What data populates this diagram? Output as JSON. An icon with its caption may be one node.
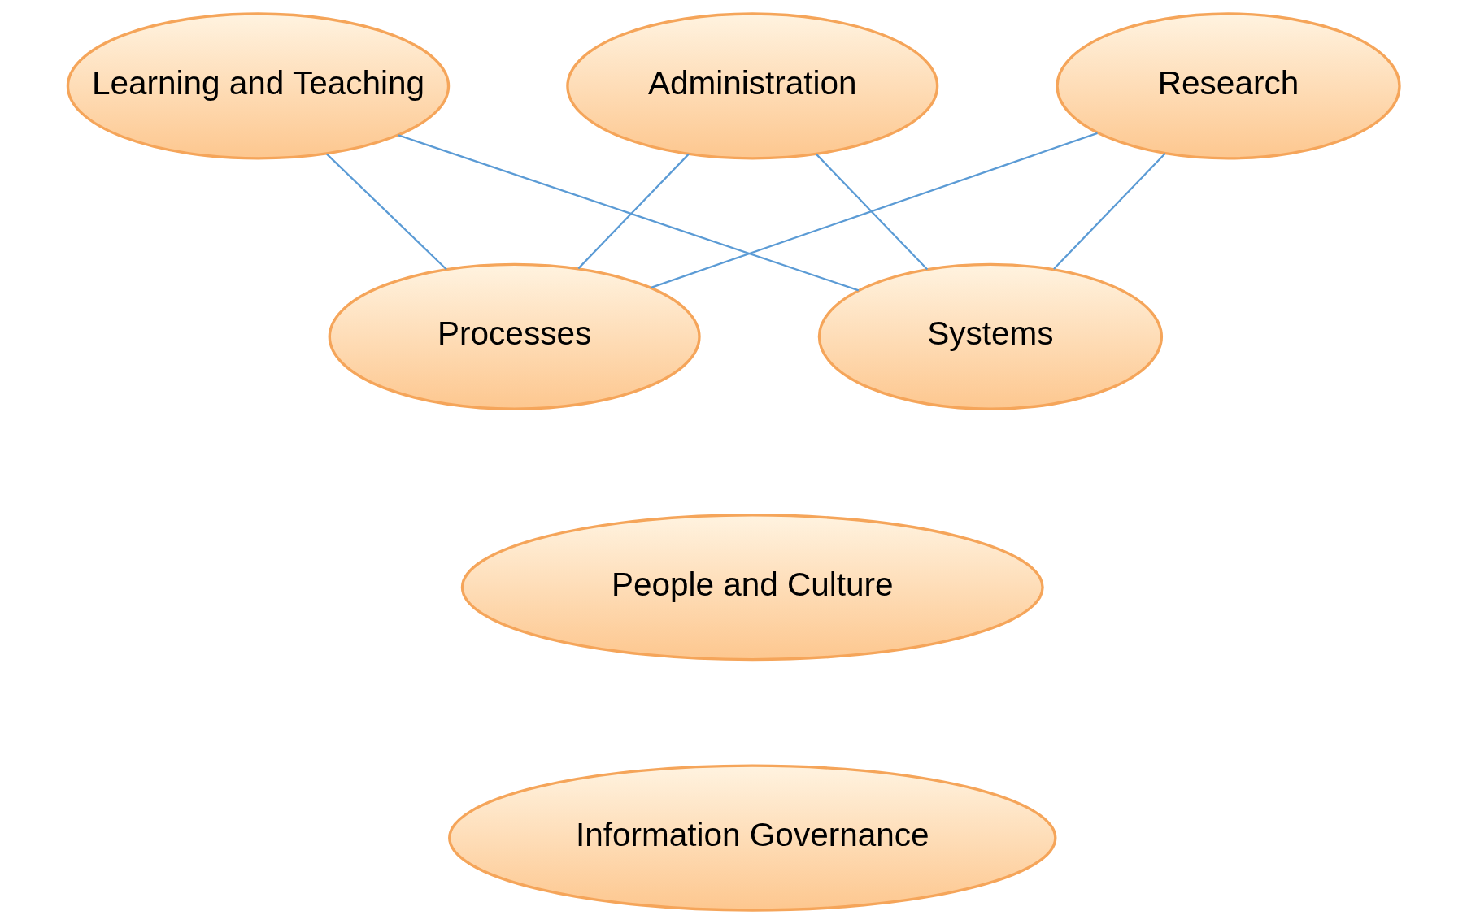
{
  "diagram": {
    "nodes": [
      {
        "text": [
          "Learning and Teaching"
        ]
      },
      {
        "text": [
          "Administration"
        ]
      },
      {
        "text": [
          "Research"
        ]
      },
      {
        "text": [
          "Processes"
        ]
      },
      {
        "text": [
          "Systems"
        ]
      },
      {
        "text": [
          "People and Culture"
        ]
      },
      {
        "text": [
          "Information Governance"
        ]
      }
    ],
    "edges": [
      {
        "from": 0,
        "to": 3,
        "arrow": "none"
      },
      {
        "from": 0,
        "to": 4,
        "arrow": "none"
      },
      {
        "from": 1,
        "to": 3,
        "arrow": "none"
      },
      {
        "from": 1,
        "to": 4,
        "arrow": "none"
      },
      {
        "from": 2,
        "to": 3,
        "arrow": "none"
      },
      {
        "from": 2,
        "to": 4,
        "arrow": "none"
      }
    ]
  }
}
